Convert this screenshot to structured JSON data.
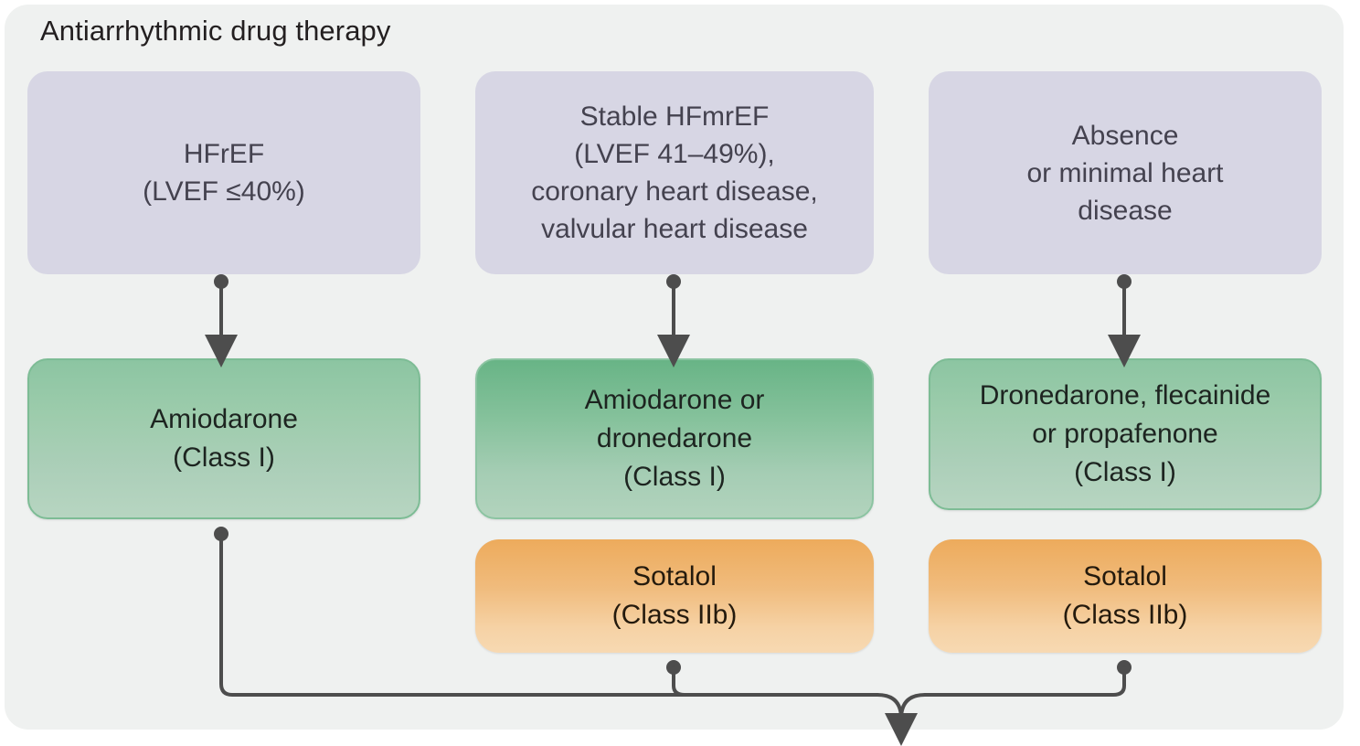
{
  "panel": {
    "title": "Antiarrhythmic drug therapy",
    "background_color": "#eff1f0"
  },
  "colors": {
    "condition_box": "#d7d6e4",
    "therapy_green_top": "#68b486",
    "therapy_green_bottom": "#b2d3bd",
    "therapy_orange_top": "#edab5c",
    "therapy_orange_bottom": "#f7d9b2",
    "orange_border": "#e9a64a",
    "connector": "#4d4d4d",
    "title_text": "#231f20"
  },
  "columns": [
    {
      "id": "hfref",
      "condition": "HFrEF\n(LVEF ≤40%)",
      "therapies": [
        {
          "id": "amiodarone",
          "label": "Amiodarone\n(Class I)",
          "style": "green-pale"
        }
      ]
    },
    {
      "id": "hfmref",
      "condition": "Stable HFmrEF\n(LVEF 41–49%),\ncoronary heart disease,\nvalvular heart disease",
      "therapies": [
        {
          "id": "amiodarone-or-dronedarone",
          "label": "Amiodarone or\ndronedarone\n(Class I)",
          "style": "green"
        },
        {
          "id": "sotalol-mid",
          "label": "Sotalol\n(Class IIb)",
          "style": "orange"
        }
      ]
    },
    {
      "id": "no-heart-disease",
      "condition": "Absence\nor minimal heart\ndisease",
      "therapies": [
        {
          "id": "dronedarone-flecainide-propafenone",
          "label": "Dronedarone, flecainide\nor propafenone\n(Class I)",
          "style": "green-pale"
        },
        {
          "id": "sotalol-right",
          "label": "Sotalol\n(Class IIb)",
          "style": "orange"
        }
      ]
    }
  ],
  "connectors": {
    "down_arrows": [
      {
        "id": "arrow-hfref",
        "from": "hfref-condition",
        "to": "amiodarone"
      },
      {
        "id": "arrow-hfmref",
        "from": "hfmref-condition",
        "to": "amiodarone-or-dronedarone"
      },
      {
        "id": "arrow-nohd",
        "from": "no-heart-disease-condition",
        "to": "dronedarone-flecainide-propafenone"
      }
    ],
    "merge": {
      "id": "merge-to-next-step",
      "sources": [
        "amiodarone",
        "sotalol-mid",
        "sotalol-right"
      ],
      "direction": "down"
    }
  }
}
